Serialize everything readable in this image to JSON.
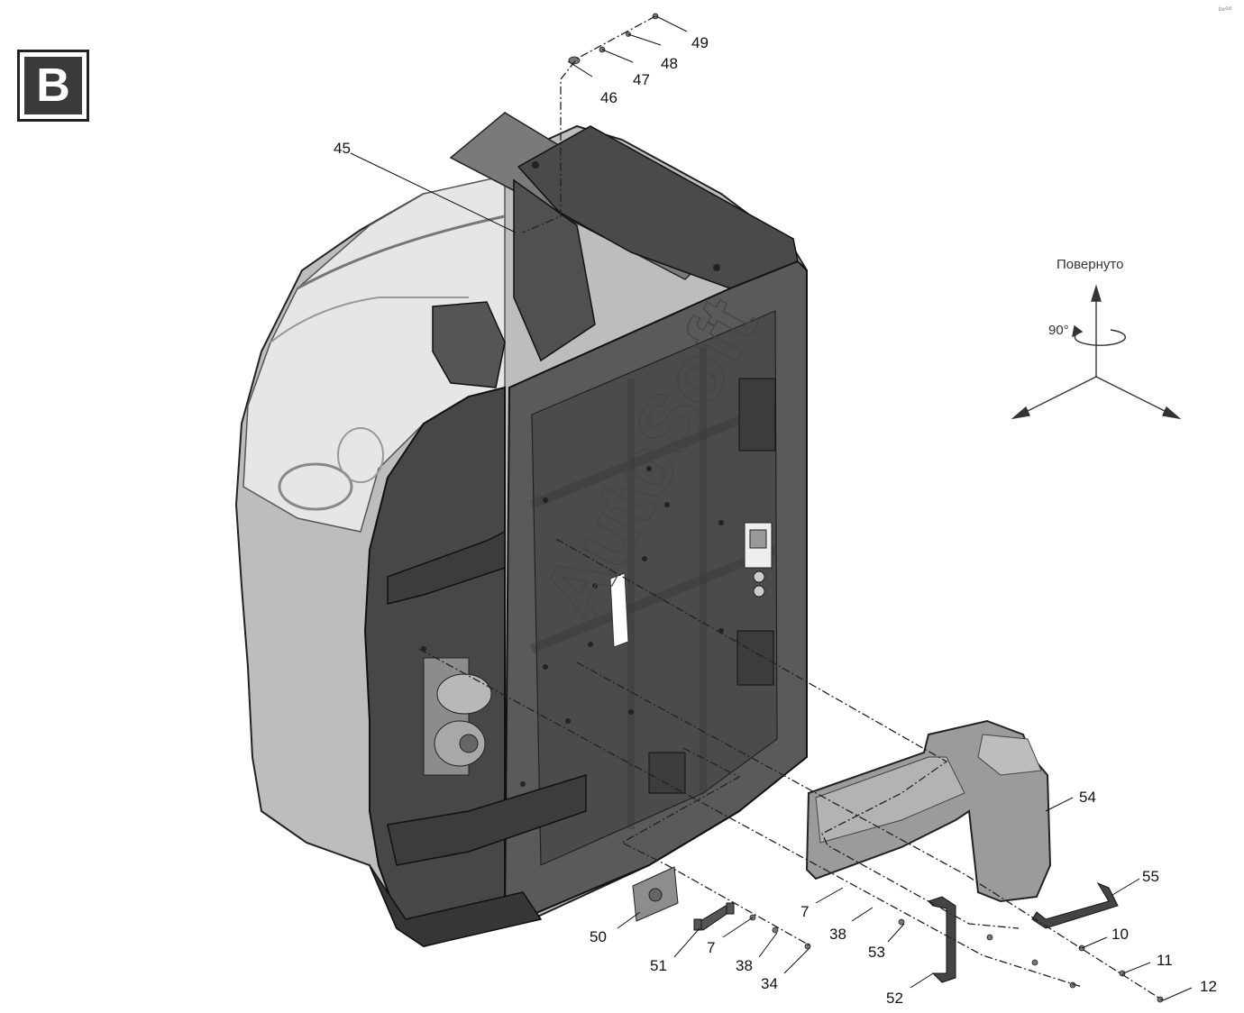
{
  "view": {
    "letter": "B"
  },
  "orientation": {
    "label": "Повернуто",
    "angle": "90°"
  },
  "watermark": "AutoSoft",
  "corner_mark": "ᵇ⁶⁰⁰",
  "callouts": [
    {
      "id": "c45",
      "label": "45"
    },
    {
      "id": "c46",
      "label": "46"
    },
    {
      "id": "c47",
      "label": "47"
    },
    {
      "id": "c48",
      "label": "48"
    },
    {
      "id": "c49",
      "label": "49"
    },
    {
      "id": "c54",
      "label": "54"
    },
    {
      "id": "c55",
      "label": "55"
    },
    {
      "id": "c10",
      "label": "10"
    },
    {
      "id": "c11",
      "label": "11"
    },
    {
      "id": "c12",
      "label": "12"
    },
    {
      "id": "c50",
      "label": "50"
    },
    {
      "id": "c51",
      "label": "51"
    },
    {
      "id": "c7a",
      "label": "7"
    },
    {
      "id": "c38a",
      "label": "38"
    },
    {
      "id": "c34",
      "label": "34"
    },
    {
      "id": "c7b",
      "label": "7"
    },
    {
      "id": "c38b",
      "label": "38"
    },
    {
      "id": "c53",
      "label": "53"
    },
    {
      "id": "c52",
      "label": "52"
    }
  ],
  "colors": {
    "body": "#5b5b5b",
    "body_dark": "#3f3f3f",
    "body_light": "#8a8a8a",
    "glass": "#d9d9d9",
    "part": "#9a9a9a"
  }
}
